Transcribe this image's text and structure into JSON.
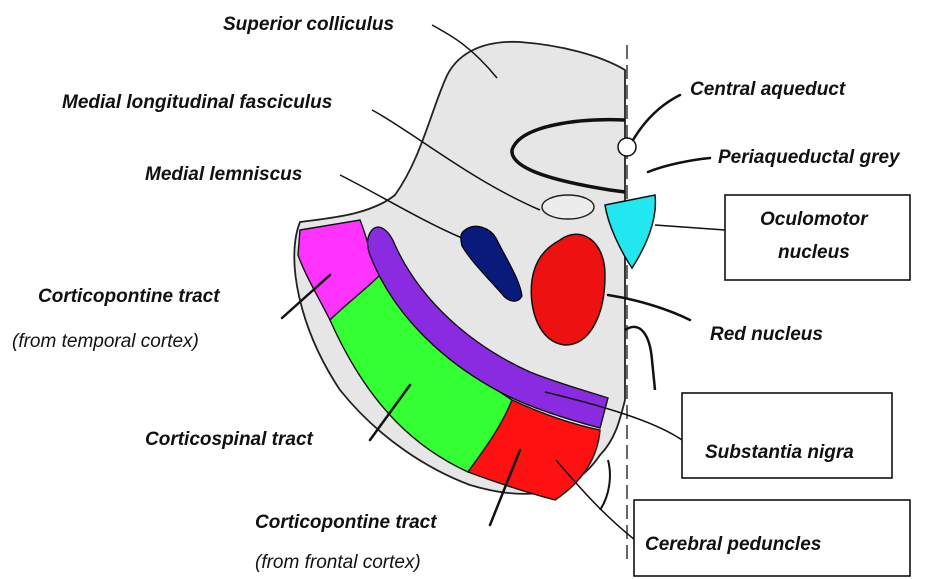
{
  "labels": {
    "superior_colliculus": "Superior colliculus",
    "central_aqueduct": "Central aqueduct",
    "medial_longitudinal_fasciculus": "Medial longitudinal fasciculus",
    "periaqueductal_grey": "Periaqueductal grey",
    "medial_lemniscus": "Medial lemniscus",
    "oculomotor_nucleus_line1": "Oculomotor",
    "oculomotor_nucleus_line2": "nucleus",
    "corticopontine_temporal_line1": "Corticopontine tract",
    "corticopontine_temporal_line2": "(from temporal cortex)",
    "red_nucleus": "Red nucleus",
    "corticospinal_tract": "Corticospinal tract",
    "substantia_nigra": "Substantia nigra",
    "corticopontine_frontal_line1": "Corticopontine tract",
    "corticopontine_frontal_line2": "(from frontal cortex)",
    "cerebral_peduncles": "Cerebral peduncles"
  },
  "colors": {
    "midbrain_tissue": "#e6e6e6",
    "corticopontine_temporal": "#ff33ff",
    "corticospinal": "#33ff33",
    "corticopontine_frontal": "#ff1111",
    "substantia_nigra": "#8a2be2",
    "red_nucleus": "#ee1111",
    "medial_lemniscus": "#0a1a7a",
    "oculomotor_nucleus": "#22e6f0"
  }
}
